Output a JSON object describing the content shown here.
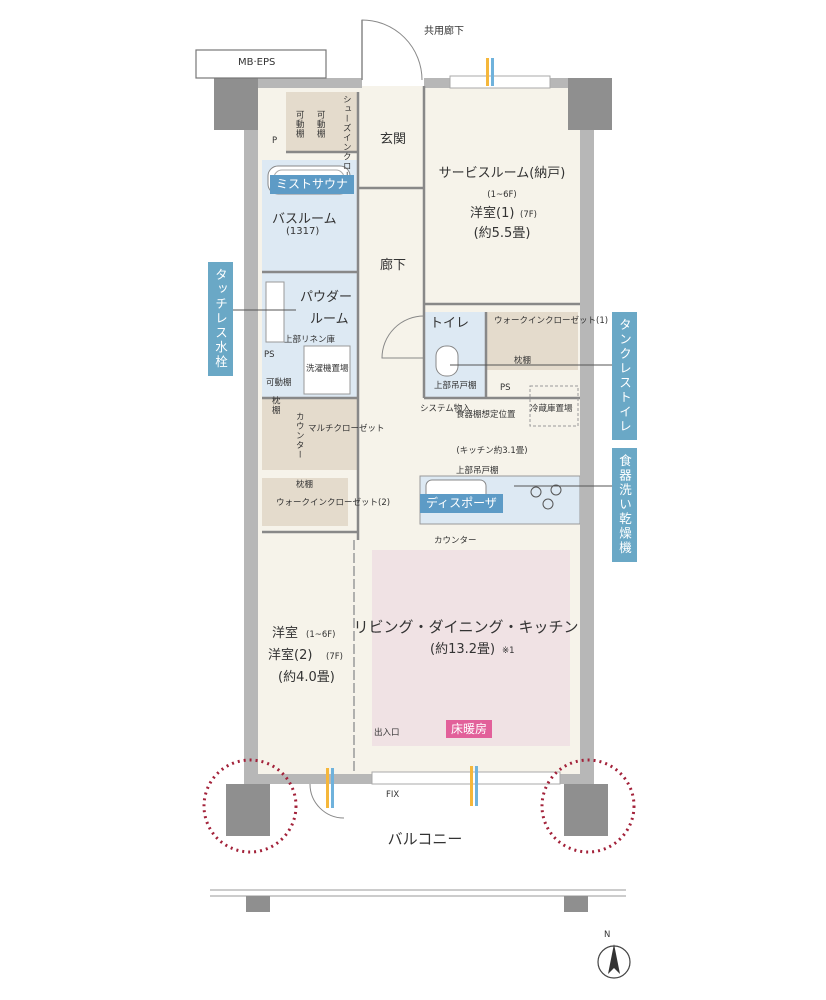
{
  "labels": {
    "corridor_common": "共用廊下",
    "mb_eps": "MB·EPS",
    "p": "P",
    "shoe_closet": "シューズインクローク",
    "movable_shelf_1": "可動棚",
    "movable_shelf_2": "可動棚",
    "entrance": "玄関",
    "service_room": "サービスルーム(納戸)",
    "service_floors": "(1~6F)",
    "western_1": "洋室(1)",
    "western_1_floor": "(7F)",
    "western_1_size": "(約5.5畳)",
    "mist_sauna": "ミストサウナ",
    "bathroom": "バスルーム",
    "bath_size": "(1317)",
    "hallway": "廊下",
    "touchless_faucet": "タッチレス水栓",
    "powder_room_1": "パウダー",
    "powder_room_2": "ルーム",
    "linen_closet": "上部リネン庫",
    "washer_space": "洗濯機置場",
    "ps_1": "PS",
    "toilet": "トイレ",
    "upper_cabinet": "上部吊戸棚",
    "walkin_closet_1": "ウォークインクローゼット(1)",
    "pillow_shelf_1": "枕棚",
    "ps_2": "PS",
    "tankless_toilet": "タンクレストイレ",
    "movable_shelf_3": "可動棚",
    "pillow_shelf_2": "枕棚",
    "counter_1": "カウンター",
    "multi_closet": "マルチクローゼット",
    "system_box": "システム物入",
    "dish_shelf": "食器棚想定位置",
    "fridge_space": "冷蔵庫置場",
    "kitchen_size": "(キッチン約3.1畳)",
    "upper_cabinet_2": "上部吊戸棚",
    "dishwasher": "食器洗い乾燥機",
    "disposer": "ディスポーザ",
    "pillow_shelf_3": "枕棚",
    "walkin_closet_2": "ウォークインクローゼット(2)",
    "counter_2": "カウンター",
    "western_2_a": "洋室",
    "western_2_a_floor": "(1~6F)",
    "western_2_b": "洋室(2)",
    "western_2_b_floor": "(7F)",
    "western_2_size": "(約4.0畳)",
    "ldk": "リビング・ダイニング・キッチン",
    "ldk_size": "(約13.2畳)",
    "ldk_note": "※1",
    "entry_exit": "出入口",
    "floor_heating": "床暖房",
    "fix": "FIX",
    "balcony": "バルコニー",
    "north": "N"
  },
  "colors": {
    "wall": "#b7b7b7",
    "wall_dark": "#8f8f8f",
    "floor": "#f6f3ea",
    "wet_area": "#dde9f3",
    "storage": "#e4dbcc",
    "heated_floor": "#f0e2e4",
    "chip_blue": "#5d9bc6",
    "feature_tag": "#6aa8c6",
    "heating_tag": "#e2609a",
    "column_marker": "#a3223a",
    "window_accent": "#f5b73b",
    "window_blue": "#6fb2dc"
  }
}
